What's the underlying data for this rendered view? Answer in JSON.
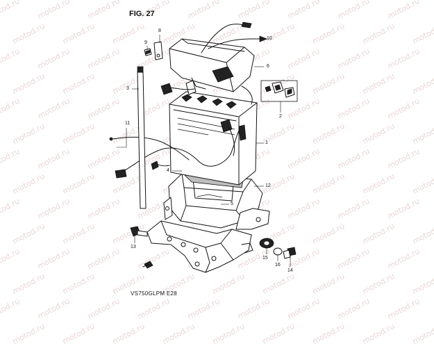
{
  "figure_title": "FIG. 27",
  "model_code": "VS750GLPM E28",
  "watermark_text": "motod.ru",
  "callouts": [
    {
      "id": "1",
      "text": "1"
    },
    {
      "id": "2",
      "text": "2"
    },
    {
      "id": "3",
      "text": "3"
    },
    {
      "id": "4",
      "text": "4"
    },
    {
      "id": "5",
      "text": "5"
    },
    {
      "id": "6",
      "text": "6"
    },
    {
      "id": "8",
      "text": "8"
    },
    {
      "id": "9",
      "text": "9"
    },
    {
      "id": "10",
      "text": "10"
    },
    {
      "id": "11",
      "text": "11"
    },
    {
      "id": "12",
      "text": "12"
    },
    {
      "id": "13",
      "text": "13"
    },
    {
      "id": "14",
      "text": "14"
    },
    {
      "id": "15",
      "text": "15"
    },
    {
      "id": "16",
      "text": "16"
    }
  ],
  "colors": {
    "line": "#111111",
    "watermark": "#e9d6d6",
    "background": "#ffffff"
  }
}
